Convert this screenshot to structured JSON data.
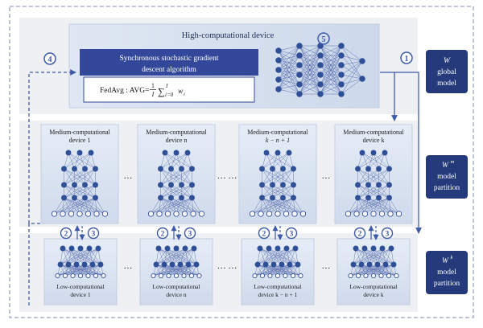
{
  "high_device": {
    "title": "High-computational device",
    "sgd_line1": "Synchronous stochastic gradient",
    "sgd_line2": "descent algorithm",
    "fedavg_prefix": "FedAvg : AVG=",
    "fedavg_frac_num": "1",
    "fedavg_frac_den": "I",
    "fedavg_sum": "∑",
    "fedavg_sum_upper": "I",
    "fedavg_sum_lower": "i=0",
    "fedavg_term": "w",
    "fedavg_term_sub": "i"
  },
  "medium_devices": [
    {
      "line1": "Medium-computational",
      "line2": "device 1"
    },
    {
      "line1": "Medium-computational",
      "line2": "device n"
    },
    {
      "line1": "Medium-computational",
      "line2": "k − n + 1"
    },
    {
      "line1": "Medium-computational",
      "line2": "device k"
    }
  ],
  "low_devices": [
    {
      "line1": "Low-computational",
      "line2": "device 1"
    },
    {
      "line1": "Low-computational",
      "line2": "device n"
    },
    {
      "line1": "Low-computational",
      "line2": "device k − n + 1"
    },
    {
      "line1": "Low-computational",
      "line2": "device k"
    }
  ],
  "ellipses": {
    "medium": [
      "…",
      "… …",
      "…"
    ],
    "low": [
      "…",
      "… …",
      "…"
    ]
  },
  "steps": {
    "s1": "1",
    "s2": "2",
    "s3": "3",
    "s4": "4",
    "s5": "5"
  },
  "side_labels": {
    "global": {
      "sym": "W",
      "sup": "",
      "line1": "global",
      "line2": "model"
    },
    "medium": {
      "sym": "W",
      "sup": "m",
      "line1": "model",
      "line2": "partition"
    },
    "low": {
      "sym": "W",
      "sup": "k",
      "line1": "model",
      "line2": "partition"
    }
  },
  "colors": {
    "accent": "#3f5aa8",
    "dark_navy": "#243a7a",
    "light_panel": "#d9e3f1",
    "band": "#eef0f4",
    "node": "#2f4f97"
  }
}
